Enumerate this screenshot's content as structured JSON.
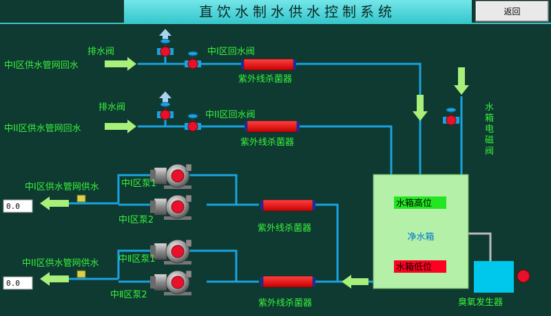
{
  "title": "直饮水制水供水控制系统",
  "back_button": "返回",
  "zone1": {
    "return_label": "中I区供水管网回水",
    "drain_valve": "排水阀",
    "return_valve": "中I区回水阀",
    "uv_return": "紫外线杀菌器",
    "supply_label": "中I区供水管网供水",
    "supply_value": "0.0",
    "pump1": "中I区泵1",
    "pump2": "中I区泵2",
    "uv_supply": "紫外线杀菌器"
  },
  "zone2": {
    "return_label": "中II区供水管网回水",
    "drain_valve": "排水阀",
    "return_valve": "中II区回水阀",
    "uv_return": "紫外线杀菌器",
    "supply_label": "中II区供水管网供水",
    "supply_value": "0.0",
    "pump1": "中Ⅱ区泵1",
    "pump2": "中Ⅱ区泵2",
    "uv_supply": "紫外线杀菌器"
  },
  "tank": {
    "label": "净水箱",
    "high_level": "水箱高位",
    "low_level": "水箱低位",
    "solenoid_valve": "水箱电磁阀"
  },
  "ozone_generator": "臭氧发生器",
  "colors": {
    "background": "#0e3a32",
    "pipe": "#1aa3e0",
    "label": "#39f239",
    "arrow": "#a8f07a",
    "tank": "#b4f0a8",
    "valve_red": "#e8102a",
    "level_high": "#22e622",
    "level_low": "#ff0022",
    "ozone": "#00c8ec"
  }
}
